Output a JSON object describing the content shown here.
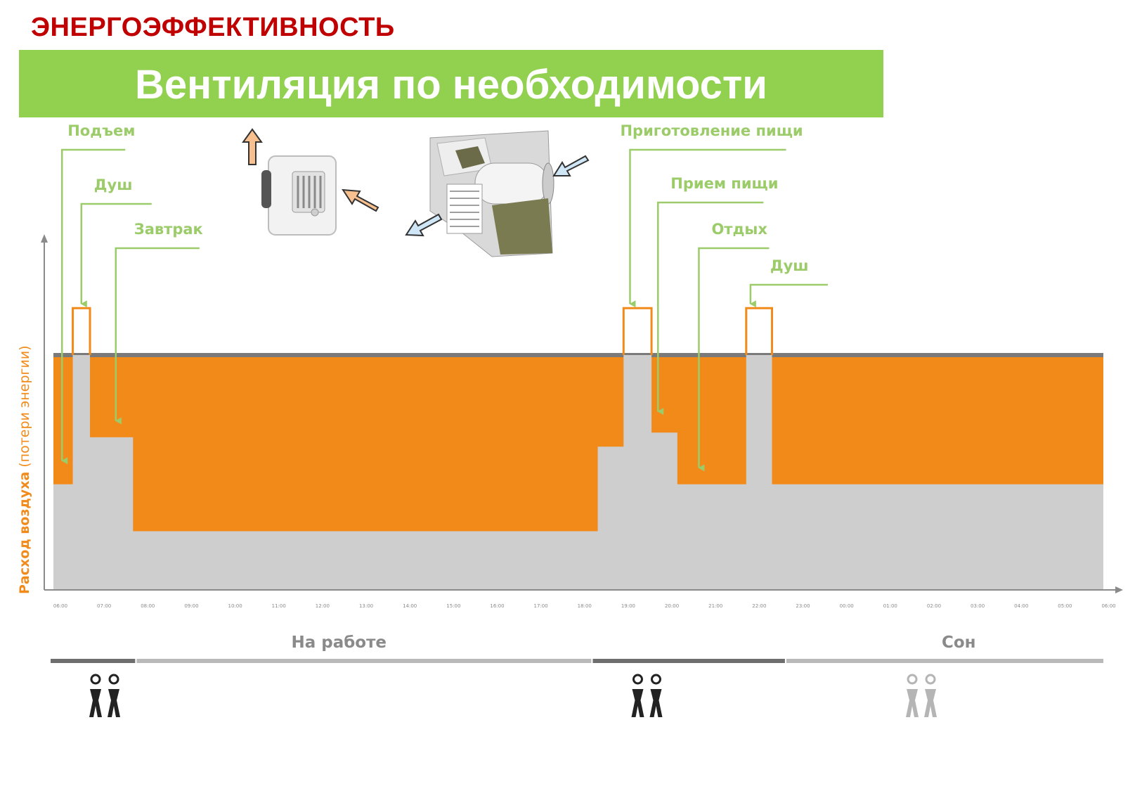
{
  "heading": "ЭНЕРГОЭФФЕКТИВНОСТЬ",
  "banner": {
    "title": "Вентиляция по необходимости"
  },
  "chart_data": {
    "type": "area",
    "title": "",
    "ylabel_main": "Расход воздуха",
    "ylabel_sub": "(потери энергии)",
    "x": [
      "06:00",
      "07:00",
      "08:00",
      "09:00",
      "10:00",
      "11:00",
      "12:00",
      "13:00",
      "14:00",
      "15:00",
      "16:00",
      "17:00",
      "18:00",
      "19:00",
      "20:00",
      "21:00",
      "22:00",
      "23:00",
      "00:00",
      "01:00",
      "02:00",
      "03:00",
      "04:00",
      "05:00",
      "06:00"
    ],
    "xlim": [
      6,
      30.4
    ],
    "ylim": [
      0,
      100
    ],
    "constant_level": 100,
    "demand_profile": [
      {
        "x": 6.0,
        "y": 45
      },
      {
        "x": 6.45,
        "y": 120
      },
      {
        "x": 6.85,
        "y": 65
      },
      {
        "x": 7.85,
        "y": 25
      },
      {
        "x": 18.65,
        "y": 61
      },
      {
        "x": 19.25,
        "y": 120
      },
      {
        "x": 19.9,
        "y": 67
      },
      {
        "x": 20.5,
        "y": 45
      },
      {
        "x": 22.1,
        "y": 120
      },
      {
        "x": 22.7,
        "y": 45
      },
      {
        "x": 30.4,
        "y": 45
      }
    ],
    "series": [
      {
        "name": "",
        "color": "#f28a1a"
      },
      {
        "name": "",
        "color": "#cecece"
      }
    ],
    "annotations": [
      {
        "label": "Подъем",
        "x": 6.2,
        "y": 55
      },
      {
        "label": "Душ",
        "x": 6.65,
        "y": 120
      },
      {
        "label": "Завтрак",
        "x": 7.45,
        "y": 72
      },
      {
        "label": "Приготовление пищи",
        "x": 19.4,
        "y": 120
      },
      {
        "label": "Прием пищи",
        "x": 20.05,
        "y": 76
      },
      {
        "label": "Отдых",
        "x": 21.0,
        "y": 52
      },
      {
        "label": "Душ",
        "x": 22.2,
        "y": 120
      }
    ],
    "segments": [
      {
        "label": "",
        "from": 6.0,
        "to": 7.9,
        "tone": "dark",
        "people": true
      },
      {
        "label": "На работе",
        "from": 8.0,
        "to": 18.5,
        "tone": "light",
        "people": false
      },
      {
        "label": "",
        "from": 18.6,
        "to": 23.0,
        "tone": "dark",
        "people": true
      },
      {
        "label": "Сон",
        "from": 23.1,
        "to": 30.4,
        "tone": "light",
        "people": true
      }
    ],
    "legend": "none",
    "grid": false
  },
  "colors": {
    "heading": "#c00000",
    "banner": "#92d050",
    "waste": "#f28a1a",
    "demand": "#cecece",
    "annotation": "#9ccc6a",
    "axis": "#8a8a8a"
  },
  "illustrations": [
    {
      "name": "exhaust-fan-icon"
    },
    {
      "name": "recuperator-unit-icon"
    }
  ]
}
